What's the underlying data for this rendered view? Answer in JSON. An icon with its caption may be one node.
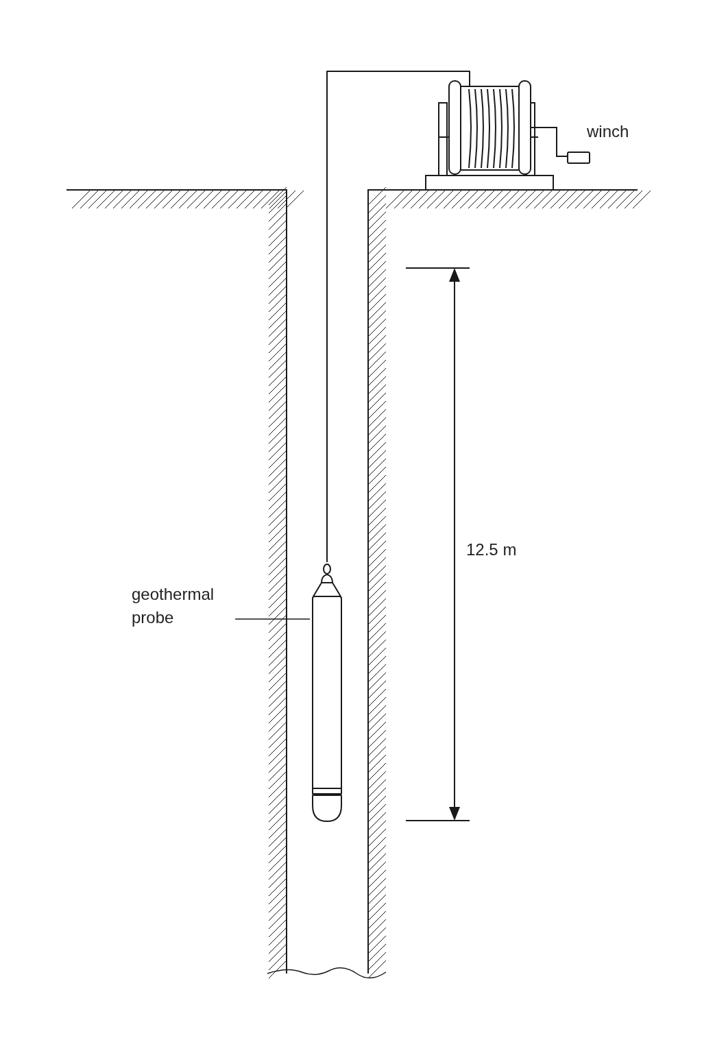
{
  "diagram": {
    "nodes": [
      {
        "text": [
          "geothermal probe"
        ]
      },
      {
        "text": [],
        "shape": "picture"
      },
      {
        "text": [],
        "shape": "picture"
      }
    ],
    "edges": [
      {
        "from": 0,
        "to": 1,
        "arrow": "none"
      },
      {
        "from": 2,
        "to": 1,
        "arrow": "none"
      }
    ],
    "labels": [
      "winch",
      "12.5 m"
    ]
  }
}
